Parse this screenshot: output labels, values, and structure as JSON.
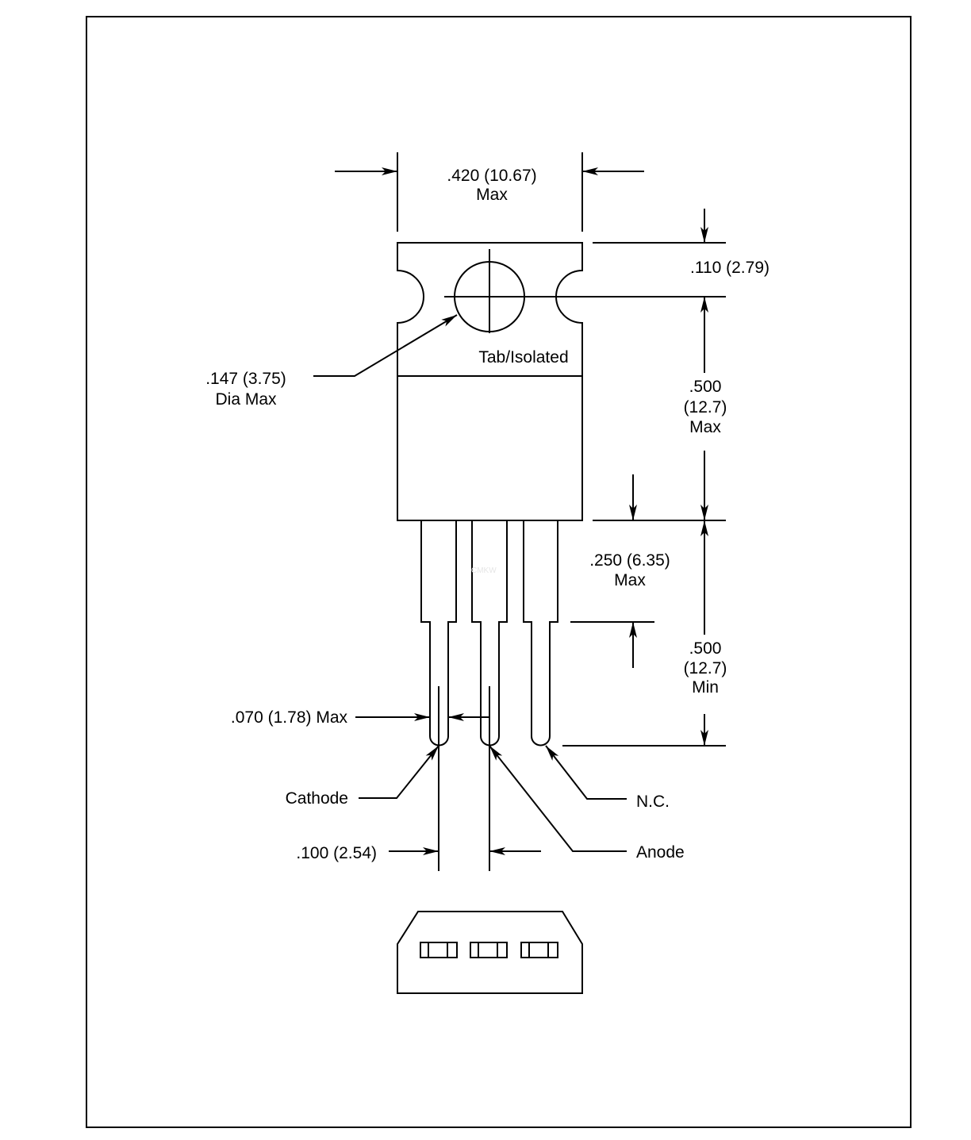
{
  "drawing": {
    "width_dim": {
      "line1": ".420 (10.67)",
      "line2": "Max"
    },
    "tab_dim": ".110 (2.79)",
    "body_dim": {
      "line1": ".500",
      "line2": "(12.7)",
      "line3": "Max"
    },
    "hole_dim": {
      "line1": ".147 (3.75)",
      "line2": "Dia Max"
    },
    "tab_label": "Tab/Isolated",
    "shoulder_dim": {
      "line1": ".250 (6.35)",
      "line2": "Max"
    },
    "lead_dim": {
      "line1": ".500",
      "line2": "(12.7)",
      "line3": "Min"
    },
    "lead_width_dim": ".070 (1.78) Max",
    "pitch_dim": ".100 (2.54)",
    "pins": {
      "cathode": "Cathode",
      "anode": "Anode",
      "nc": "N.C."
    },
    "watermark": "CMKW",
    "line_color": "#000000"
  }
}
